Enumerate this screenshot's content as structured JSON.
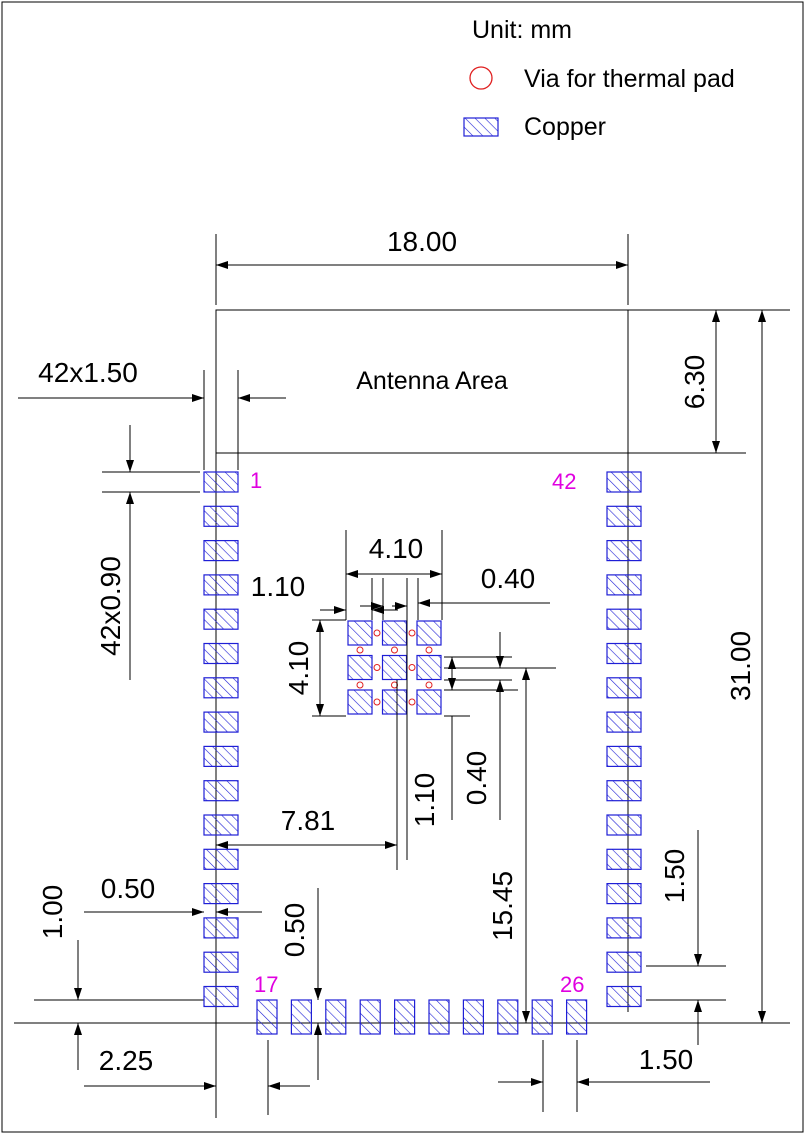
{
  "legend": {
    "unit": "Unit: mm",
    "via": "Via for thermal pad",
    "copper": "Copper"
  },
  "antenna_label": "Antenna Area",
  "pins": {
    "p1": "1",
    "p42": "42",
    "p17": "17",
    "p26": "26"
  },
  "dims": {
    "width": "18.00",
    "antenna_h": "6.30",
    "height": "31.00",
    "pad_len": "42x1.50",
    "pad_w": "42x0.90",
    "thermal_w": "4.10",
    "thermal_h": "4.10",
    "thermal_pad": "1.10",
    "thermal_gap": "0.40",
    "thermal_pad_v": "1.10",
    "thermal_gap_v": "0.40",
    "center_x": "7.81",
    "center_y": "15.45",
    "right_pitch": "1.50",
    "bottom_pad_len": "1.50",
    "edge_gap": "0.50",
    "bottom_gap": "0.50",
    "left_pitch": "1.00",
    "bottom_offset": "2.25"
  },
  "colors": {
    "copper": "#1f1fd6",
    "via": "#e02020",
    "pin": "#e000e0"
  }
}
